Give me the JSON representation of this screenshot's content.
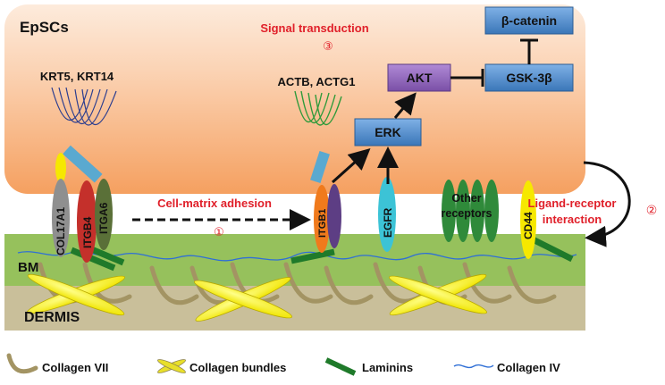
{
  "colors": {
    "cell_fill_top": "#fdebdc",
    "cell_fill_bottom": "#f6a468",
    "bm_green": "#96c15c",
    "dermis": "#c9bf9a",
    "box_blue": "#4a88c8",
    "box_purple": "#8e63b8",
    "red_text": "#e0202a",
    "laminin": "#1f7a2a",
    "collagen_iv": "#2f6fd6",
    "collagen_vii": "#a39463",
    "bundle": "#f3ea1e"
  },
  "regions": {
    "cell": "EpSCs",
    "basement_membrane": "BM",
    "dermis": "DERMIS"
  },
  "labels": {
    "signal_transduction": "Signal transduction",
    "signal_num": "③",
    "krt": "KRT5, KRT14",
    "actb": "ACTB, ACTG1",
    "cell_matrix": "Cell-matrix adhesion",
    "cell_matrix_num": "①",
    "ligand_line1": "Ligand-receptor",
    "ligand_line2": "interaction",
    "ligand_num": "②",
    "other_line1": "Other",
    "other_line2": "receptors"
  },
  "proteins": {
    "col17a1": "COL17A1",
    "itgb4": "ITGB4",
    "itga6": "ITGA6",
    "itgb1": "ITGB1",
    "egfr": "EGFR",
    "cd44": "CD44"
  },
  "pathway": {
    "erk": "ERK",
    "akt": "AKT",
    "gsk": "GSK-3β",
    "bcat": "β-catenin"
  },
  "legend": [
    {
      "icon": "collagen-vii-icon",
      "label": "Collagen VII"
    },
    {
      "icon": "collagen-bundle-icon",
      "label": "Collagen bundles"
    },
    {
      "icon": "laminin-icon",
      "label": "Laminins"
    },
    {
      "icon": "collagen-iv-icon",
      "label": "Collagen IV"
    }
  ]
}
